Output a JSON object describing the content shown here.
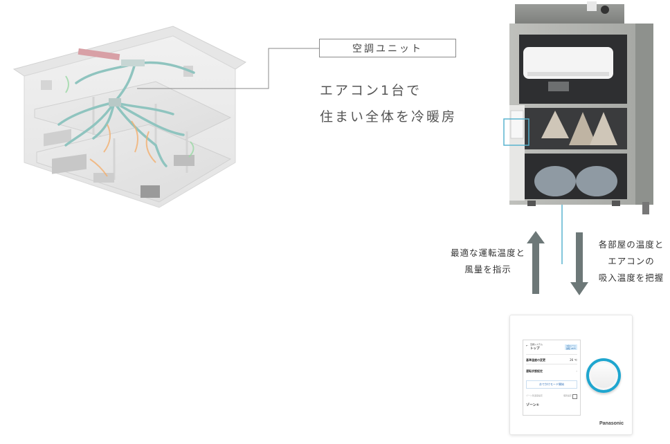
{
  "callout": {
    "unit_label": "空調ユニット",
    "tagline_line1": "エアコン1台で",
    "tagline_line2": "住まい全体を冷暖房"
  },
  "flow": {
    "up_caption_line1": "最適な運転温度と",
    "up_caption_line2": "風量を指示",
    "down_caption_line1": "各部屋の温度と",
    "down_caption_line2": "エアコンの",
    "down_caption_line3": "吸入温度を把握"
  },
  "controller": {
    "back_title": "空調システム",
    "page_title": "トップ",
    "badge_line1": "1台シーン",
    "badge_line2": "運転 26℃",
    "row1_label": "基準温度の変更",
    "row1_value": "26 ℃",
    "row2_label": "運転状態設定",
    "mode_button": "おでかけモード開始",
    "row3_label": "ゾーン別温度設定",
    "row3_right": "個別設定",
    "zone_label": "ゾーン①",
    "brand": "Panasonic"
  },
  "colors": {
    "duct": "#8fc4bf",
    "callout_line": "#58b3cf",
    "arrow": "#6d7878",
    "dial_ring": "#1fa6cf"
  }
}
